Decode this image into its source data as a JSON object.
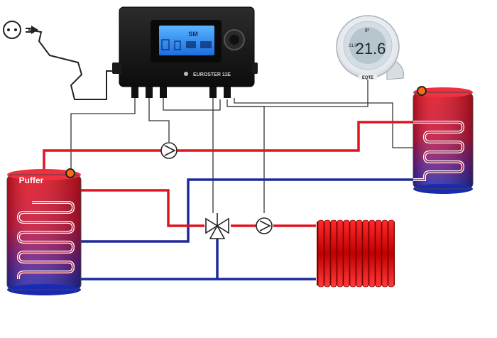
{
  "controller": {
    "brand": "EUROSTER 11E",
    "display": "SM"
  },
  "thermostat": {
    "temperature": "21.6",
    "top_text": "IP",
    "side_text": "21.0",
    "brand": "EQTE"
  },
  "buffer": {
    "label": "Puffer"
  },
  "colors": {
    "hot": "#e0141e",
    "cold": "#1e2a9c",
    "wire": "#333333"
  }
}
